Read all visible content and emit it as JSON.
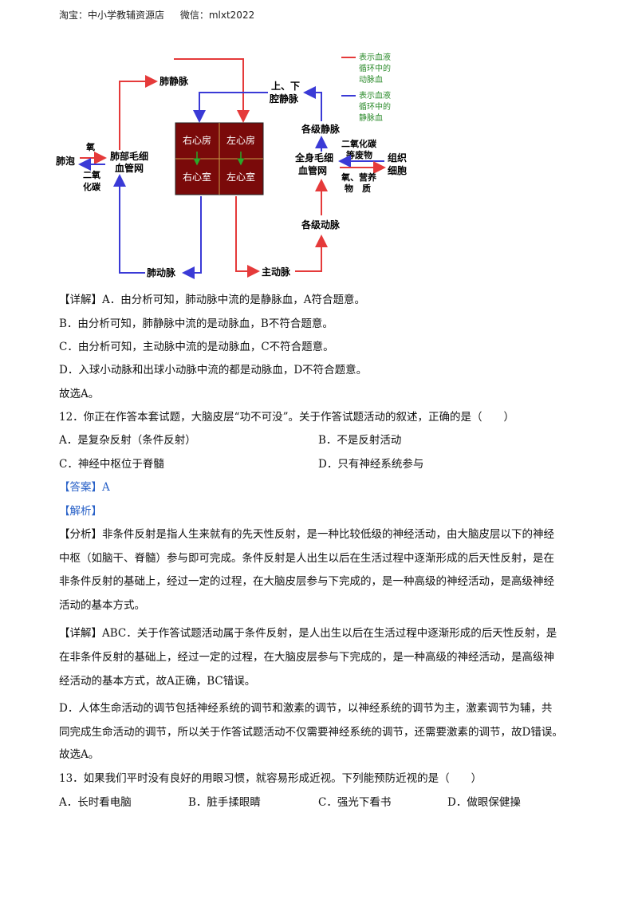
{
  "header": {
    "shop": "淘宝：中小学教辅资源店",
    "wechat": "微信：mlxt2022"
  },
  "diagram": {
    "chambers": {
      "ra": "右心房",
      "la": "左心房",
      "rv": "右心室",
      "lv": "左心室"
    },
    "labels": {
      "pulmonary_vein": "肺静脉",
      "pulmonary_artery": "肺动脉",
      "aorta": "主动脉",
      "vena_cava_1": "上、下",
      "vena_cava_2": "腔静脉",
      "veins_all": "各级静脉",
      "arteries_all": "各级动脉",
      "lung_cap_1": "肺部毛细",
      "lung_cap_2": "血管网",
      "body_cap_1": "全身毛细",
      "body_cap_2": "血管网",
      "alveoli": "肺泡",
      "oxygen": "氧",
      "co2_1": "二氧",
      "co2_2": "化碳",
      "waste_1": "二氧化碳",
      "waste_2": "等废物",
      "nutr_1": "氧、营养",
      "nutr_2": "物　质",
      "tissue_1": "组织",
      "tissue_2": "细胞"
    },
    "legend": {
      "red_1": "表示血液",
      "red_2": "循环中的",
      "red_3": "动脉血",
      "blue_1": "表示血液",
      "blue_2": "循环中的",
      "blue_3": "静脉血"
    }
  },
  "q11": {
    "detail_a": "【详解】A．由分析可知，肺动脉中流的是静脉血，A符合题意。",
    "b": "B．由分析可知，肺静脉中流的是动脉血，B不符合题意。",
    "c": "C．由分析可知，主动脉中流的是动脉血，C不符合题意。",
    "d": "D．入球小动脉和出球小动脉中流的都是动脉血，D不符合题意。",
    "choose": "故选A。"
  },
  "q12": {
    "stem": "12．你正在作答本套试题，大脑皮层“功不可没”。关于作答试题活动的叙述，正确的是（　　）",
    "opt_a": "A．是复杂反射（条件反射）",
    "opt_b": "B．不是反射活动",
    "opt_c": "C．神经中枢位于脊髓",
    "opt_d": "D．只有神经系统参与",
    "answer": "【答案】A",
    "analysis_title": "【解析】",
    "analysis_1": "【分析】非条件反射是指人生来就有的先天性反射，是一种比较低级的神经活动，由大脑皮层以下的神经",
    "analysis_2": "中枢（如脑干、脊髓）参与即可完成。条件反射是人出生以后在生活过程中逐渐形成的后天性反射，是在",
    "analysis_3": "非条件反射的基础上，经过一定的过程，在大脑皮层参与下完成的，是一种高级的神经活动，是高级神经",
    "analysis_4": "活动的基本方式。",
    "detail_1": "【详解】ABC．关于作答试题活动属于条件反射，是人出生以后在生活过程中逐渐形成的后天性反射，是",
    "detail_2": "在非条件反射的基础上，经过一定的过程，在大脑皮层参与下完成的，是一种高级的神经活动，是高级神",
    "detail_3": "经活动的基本方式，故A正确，BC错误。",
    "detail_4": "D．人体生命活动的调节包括神经系统的调节和激素的调节，以神经系统的调节为主，激素调节为辅，共",
    "detail_5": "同完成生命活动的调节，所以关于作答试题活动不仅需要神经系统的调节，还需要激素的调节，故D错误。",
    "choose": "故选A。"
  },
  "q13": {
    "stem": "13．如果我们平时没有良好的用眼习惯，就容易形成近视。下列能预防近视的是（　　）",
    "opt_a": "A．长时看电脑",
    "opt_b": "B．脏手揉眼睛",
    "opt_c": "C．强光下看书",
    "opt_d": "D．做眼保健操"
  },
  "colors": {
    "artery": "#e53a3a",
    "vein": "#3a3ad6",
    "heart": "#7a0a0a",
    "legend_text": "#2a8a2a",
    "answer_blue": "#2a62c8"
  }
}
